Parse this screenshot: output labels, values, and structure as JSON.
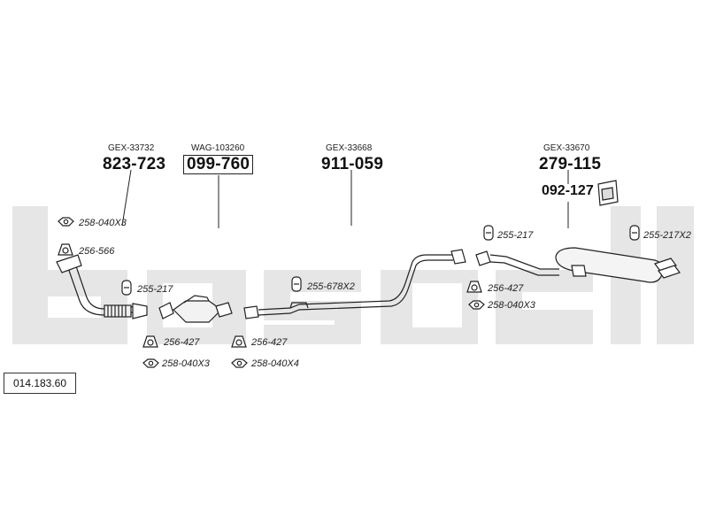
{
  "diagram_id": "014.183.60",
  "watermark_text": "bosal",
  "assemblies": [
    {
      "ref": "GEX-33732",
      "code": "823-723"
    },
    {
      "ref": "WAG-103260",
      "code": "099-760"
    },
    {
      "ref": "GEX-33668",
      "code": "911-059"
    },
    {
      "ref": "GEX-33670",
      "code": "279-115"
    }
  ],
  "mount_code": "092-127",
  "parts": {
    "nut_front": "258-040X3",
    "gasket_front": "256-566",
    "clamp_front": "255-217",
    "gasket_cat_in": "256-427",
    "nut_cat_in": "258-040X3",
    "gasket_cat_out": "256-427",
    "nut_cat_out": "258-040X4",
    "clamp_mid": "255-678X2",
    "clamp_rear": "255-217",
    "gasket_rear": "256-427",
    "nut_rear": "258-040X3",
    "clamp_tail": "255-217X2"
  },
  "colors": {
    "line": "#222222",
    "watermark": "#e4e4e4",
    "part_fill": "#f2f2f2"
  }
}
